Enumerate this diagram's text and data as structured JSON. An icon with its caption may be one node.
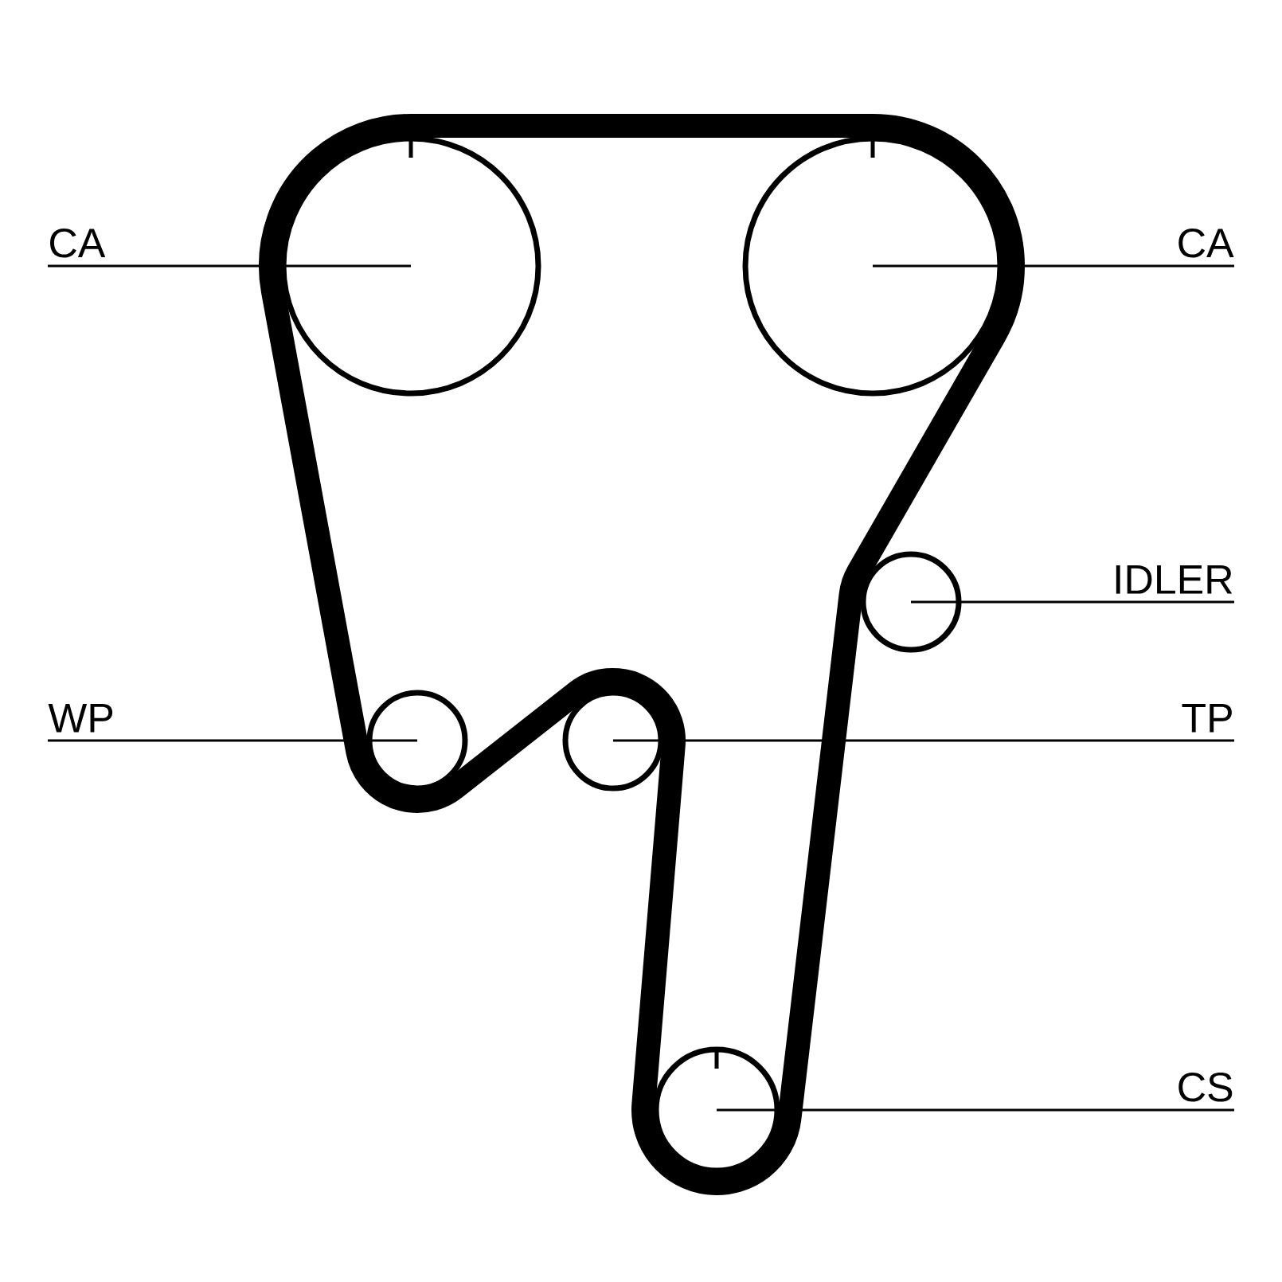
{
  "diagram": {
    "nodes": [
      {
        "text": [
          "CA"
        ]
      },
      {
        "text": [
          "CA"
        ]
      },
      {
        "text": [
          "IDLER"
        ]
      },
      {
        "text": [
          "WP"
        ]
      },
      {
        "text": [
          "TP"
        ]
      },
      {
        "text": [
          "CS"
        ]
      },
      {
        "text": [],
        "shape": "circle"
      },
      {
        "text": [],
        "shape": "circle"
      },
      {
        "text": [],
        "shape": "circle"
      },
      {
        "text": [],
        "shape": "circle"
      },
      {
        "text": [],
        "shape": "circle"
      },
      {
        "text": [],
        "shape": "circle"
      }
    ],
    "edges": [
      {
        "from": 0,
        "to": 6,
        "arrow": "none"
      },
      {
        "from": 1,
        "to": 7,
        "arrow": "none"
      },
      {
        "from": 2,
        "to": 8,
        "arrow": "none"
      },
      {
        "from": 3,
        "to": 9,
        "arrow": "none"
      },
      {
        "from": 4,
        "to": 10,
        "arrow": "none"
      },
      {
        "from": 5,
        "to": 11,
        "arrow": "none"
      }
    ]
  }
}
